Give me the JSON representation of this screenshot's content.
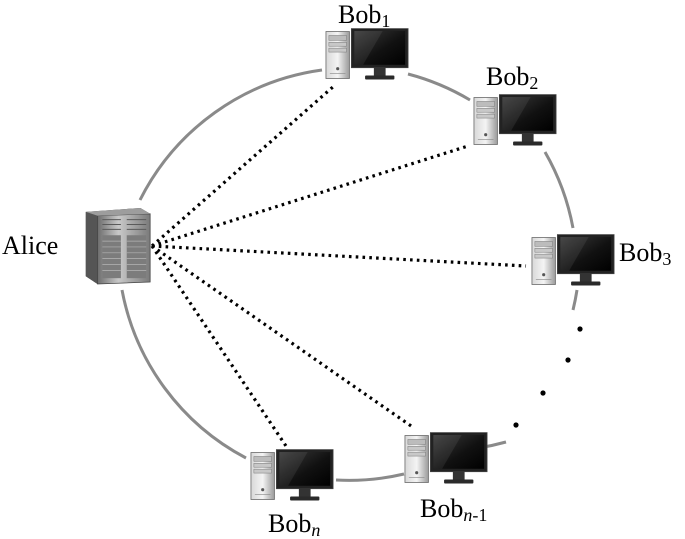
{
  "diagram": {
    "hub": {
      "label": "Alice",
      "icon": "server-tower-icon"
    },
    "nodes": [
      {
        "id": "bob1",
        "base": "Bob",
        "sub": "1",
        "icon": "desktop-computer-icon"
      },
      {
        "id": "bob2",
        "base": "Bob",
        "sub": "2",
        "icon": "desktop-computer-icon"
      },
      {
        "id": "bob3",
        "base": "Bob",
        "sub": "3",
        "icon": "desktop-computer-icon"
      },
      {
        "id": "bobn1",
        "base": "Bob",
        "sub_italic": "n",
        "sub_rest": "-1",
        "icon": "desktop-computer-icon"
      },
      {
        "id": "bobn",
        "base": "Bob",
        "sub_italic": "n",
        "icon": "desktop-computer-icon"
      }
    ],
    "ring_color": "#8a8a8a",
    "link_color": "#000000"
  }
}
